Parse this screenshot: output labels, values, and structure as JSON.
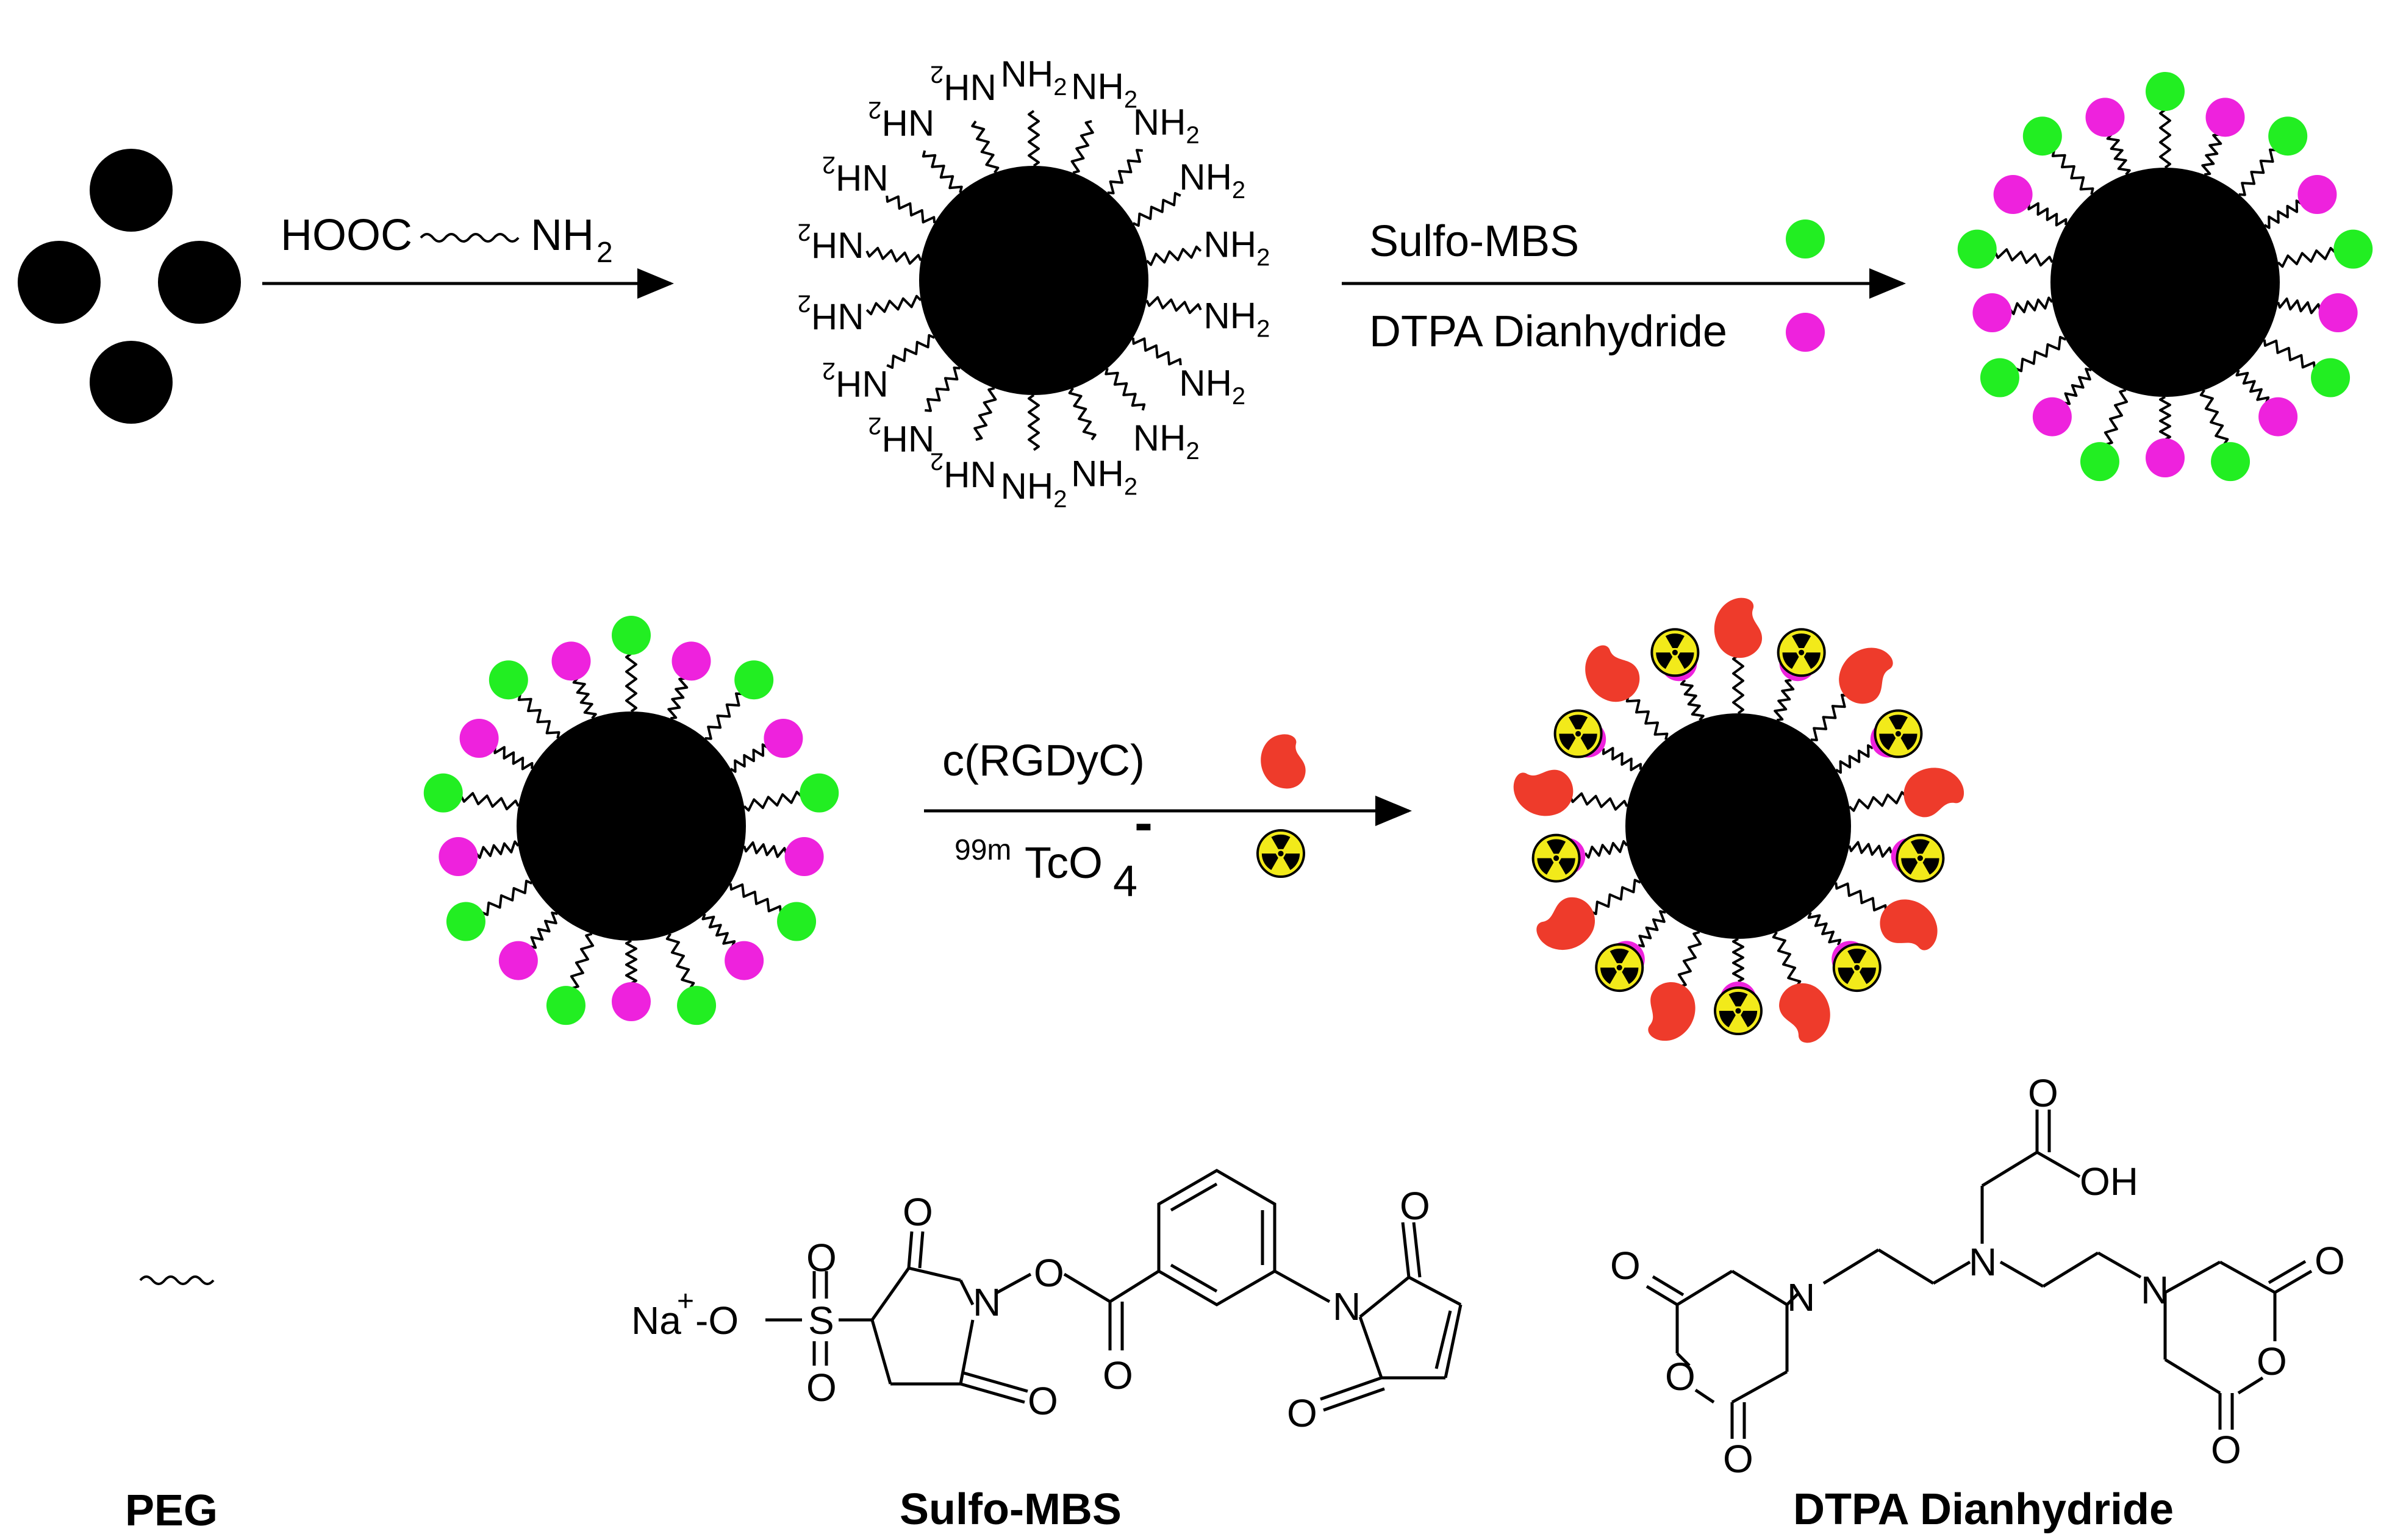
{
  "reagents": {
    "linker_left": "HOOC",
    "linker_right": "NH",
    "linker_sub": "2",
    "amine": "NH",
    "amine_sub": "2",
    "sulfo_mbs": "Sulfo-MBS",
    "dtpa": "DTPA Dianhydride",
    "rgd": "c(RGDyC)",
    "tc_sup": "99m",
    "tc_main": "TcO",
    "tc_sub": "4",
    "tc_charge": "-"
  },
  "legend": {
    "peg": "PEG",
    "sulfo_mbs": "Sulfo-MBS",
    "dtpa": "DTPA Dianhydride"
  },
  "atoms": {
    "o": "O",
    "n": "N",
    "s": "S",
    "oh": "OH",
    "na": "Na",
    "na_charge": "+",
    "o_minus": "-O"
  },
  "colors": {
    "core": "#000000",
    "green": "#22ee22",
    "magenta": "#ee22dd",
    "red": "#ee3b2b",
    "radiation": "#f2ea1a"
  }
}
